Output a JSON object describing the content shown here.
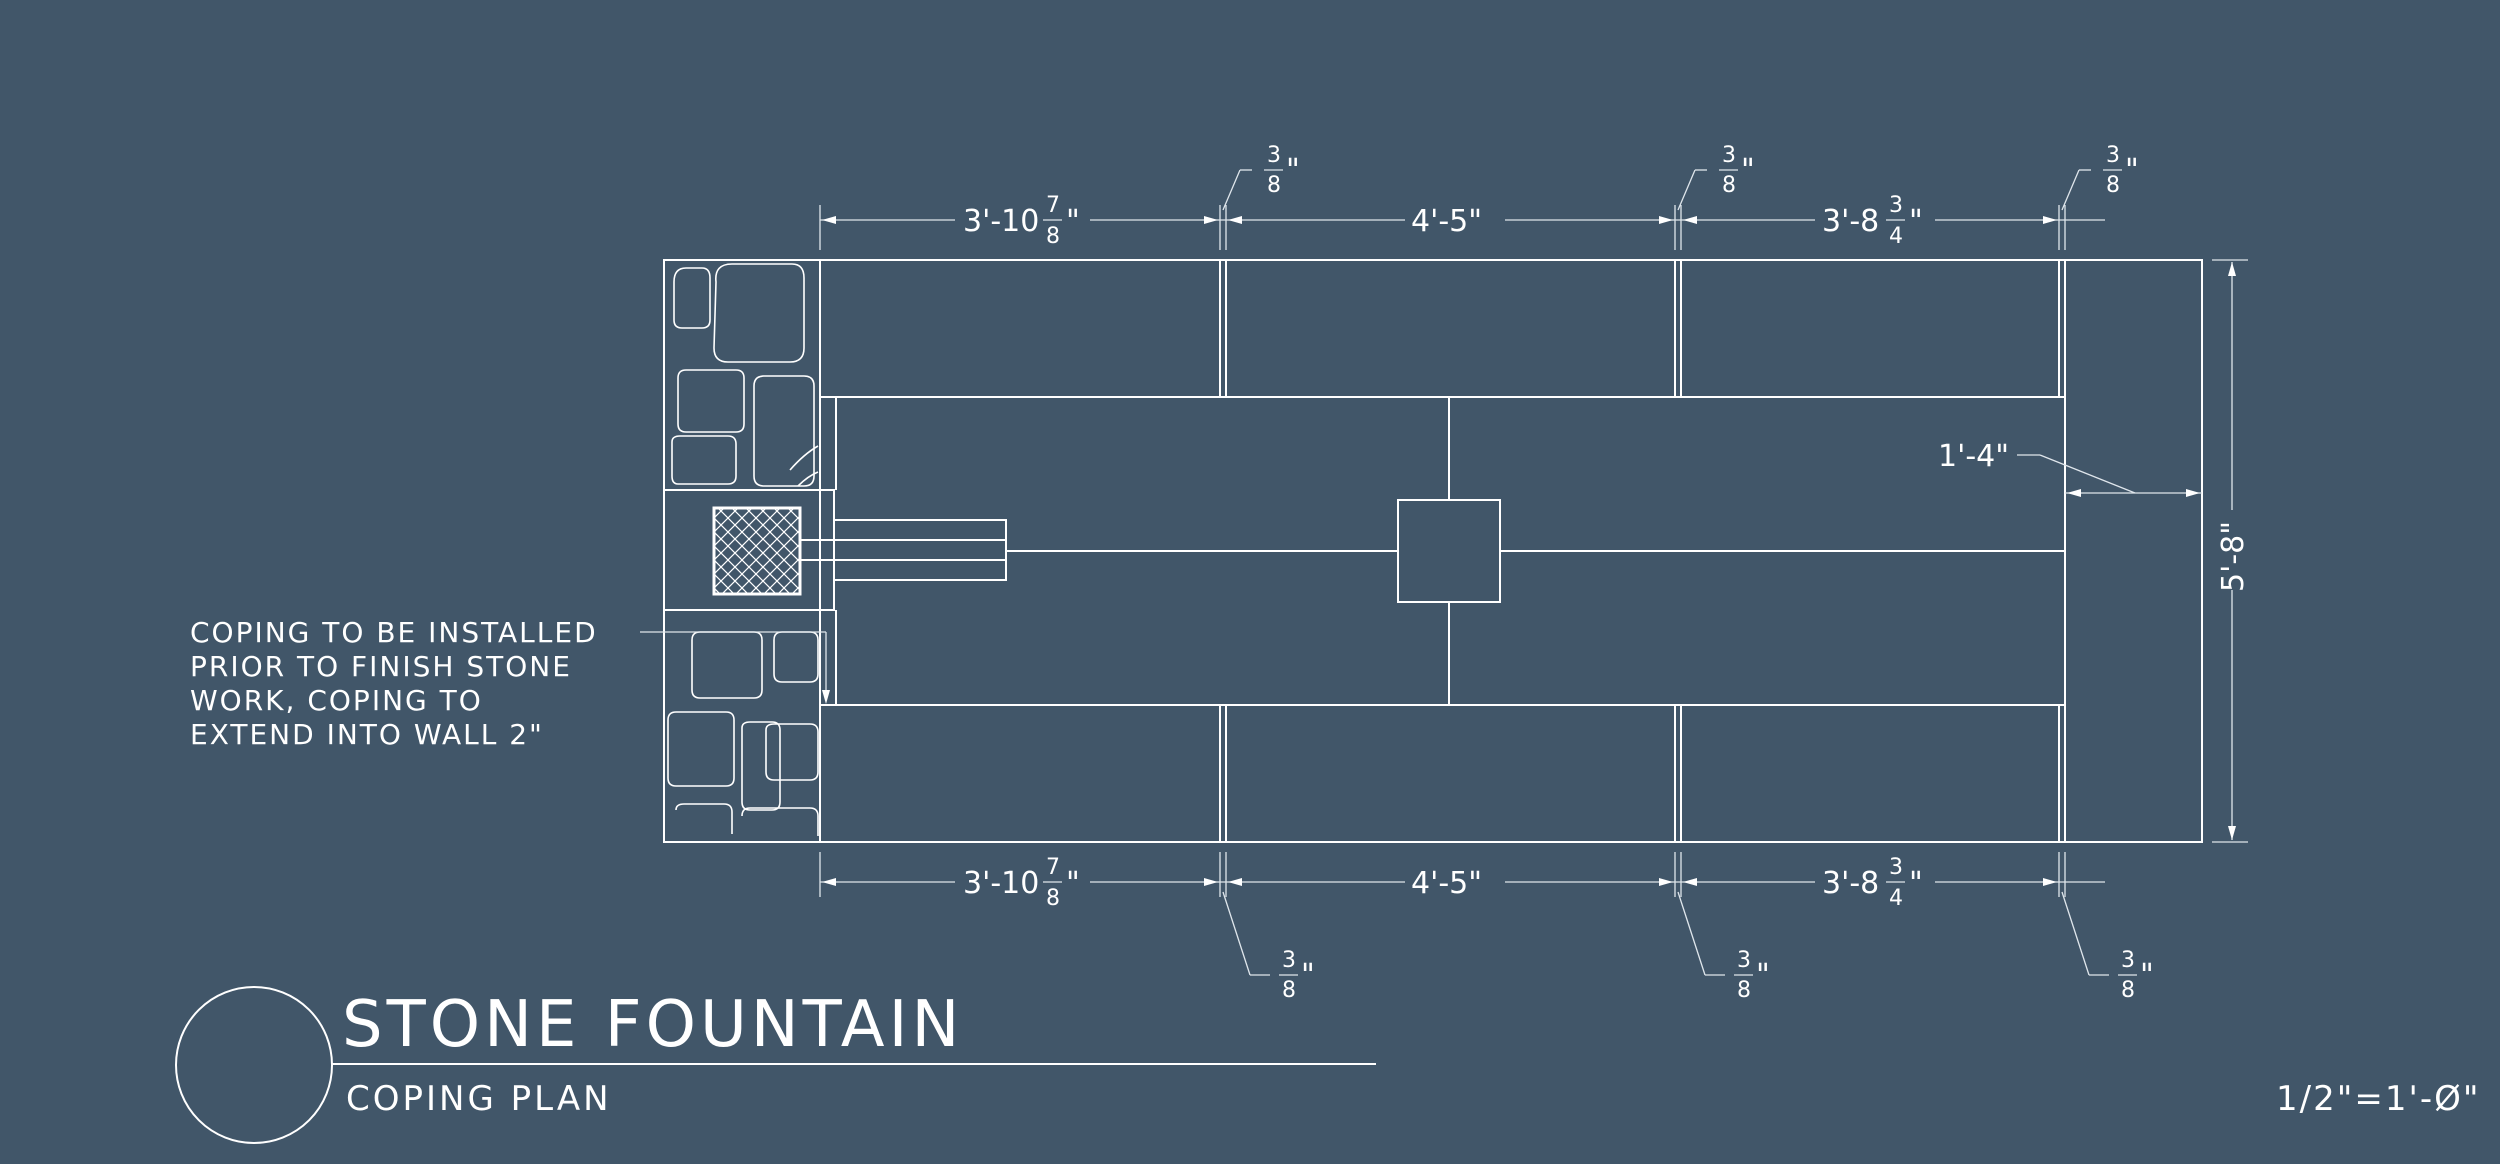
{
  "colors": {
    "background": "#415669",
    "linework": "#ffffff"
  },
  "dimensions": {
    "top": [
      {
        "whole": "3'-10",
        "num": "7",
        "den": "8",
        "unit": "\""
      },
      {
        "text": "4'-5\""
      },
      {
        "whole": "3'-8",
        "num": "3",
        "den": "4",
        "unit": "\""
      }
    ],
    "bottom": [
      {
        "whole": "3'-10",
        "num": "7",
        "den": "8",
        "unit": "\""
      },
      {
        "text": "4'-5\""
      },
      {
        "whole": "3'-8",
        "num": "3",
        "den": "4",
        "unit": "\""
      }
    ],
    "joint": {
      "num": "3",
      "den": "8",
      "unit": "\""
    },
    "ledge": "1'-4\"",
    "overall": "5'-8\""
  },
  "note": [
    "COPING TO BE INSTALLED",
    "PRIOR TO FINISH STONE",
    "WORK, COPING TO",
    "EXTEND INTO WALL 2\""
  ],
  "title": {
    "main": "STONE FOUNTAIN",
    "sub": "COPING PLAN",
    "scale": "1/2\"=1'-Ø\""
  }
}
